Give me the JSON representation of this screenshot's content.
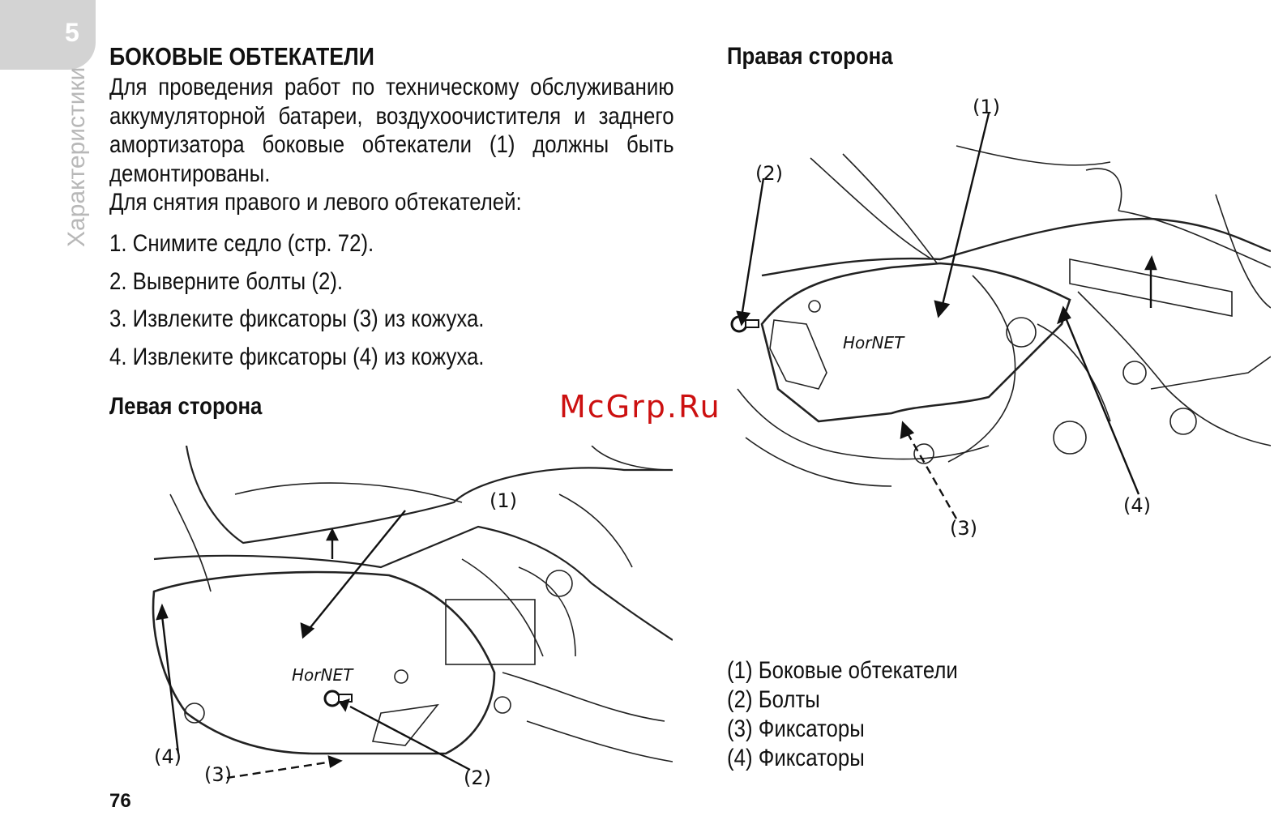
{
  "chapter": {
    "number": "5",
    "title": "Характеристики"
  },
  "heading": "БОКОВЫЕ ОБТЕКАТЕЛИ",
  "intro": [
    "Для проведения работ по техническому обслуживанию аккумуляторной батареи, воздухоочистителя и заднего амортизатора боковые обтекатели (1) должны быть демонтированы.",
    "Для снятия правого и левого обтекателей:"
  ],
  "steps": [
    "1. Снимите седло (стр. 72).",
    "2. Выверните болты (2).",
    "3. Извлеките фиксаторы (3) из кожуха.",
    "4. Извлеките фиксаторы (4) из кожуха."
  ],
  "left_side_title": "Левая сторона",
  "right_side_title": "Правая сторона",
  "left_figure": {
    "callouts": [
      "(1)",
      "(4)",
      "(3)",
      "(2)"
    ],
    "logo": "HorNET"
  },
  "right_figure": {
    "callouts": [
      "(1)",
      "(2)",
      "(3)",
      "(4)"
    ],
    "logo": "HorNET"
  },
  "legend": [
    "(1) Боковые обтекатели",
    "(2) Болты",
    "(3) Фиксаторы",
    "(4) Фиксаторы"
  ],
  "watermark": "McGrp.Ru",
  "page_number": "76"
}
